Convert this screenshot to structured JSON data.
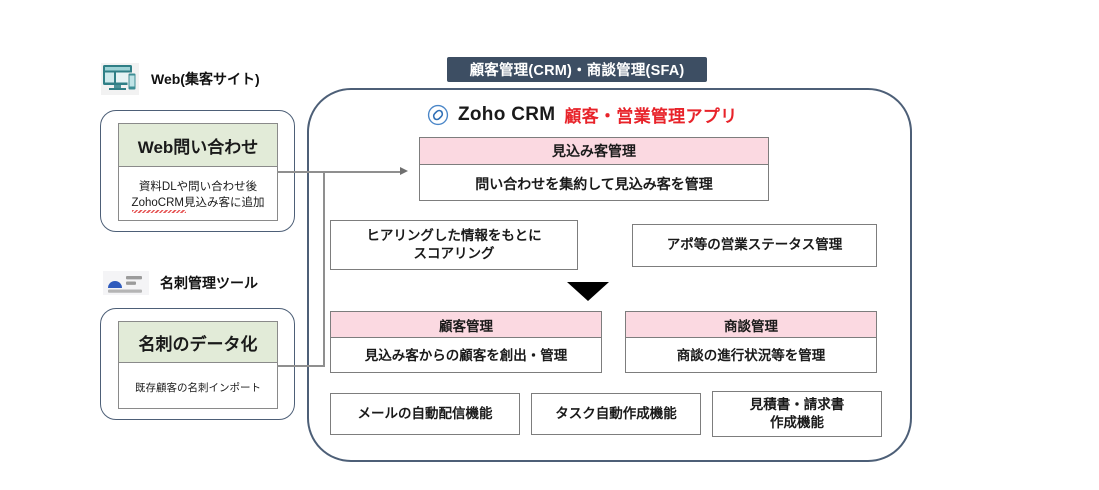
{
  "banner": {
    "label": "顧客管理(CRM)・商談管理(SFA)",
    "color": "#3d4e63"
  },
  "app": {
    "logo_icon": "zoho-loops-icon",
    "name": "Zoho CRM",
    "tagline": "顧客・営業管理アプリ",
    "tagline_color": "#e8232a",
    "container_border_color": "#4d5f77"
  },
  "sources": [
    {
      "icon": "desktop-monitor-icon",
      "label": "Web(集客サイト)",
      "card_title": "Web問い合わせ",
      "card_body_line1": "資料DLや問い合わせ後",
      "card_body_line2": "ZohoCRM見込み客に追加",
      "header_color": "#e2ebd8"
    },
    {
      "icon": "contact-card-icon",
      "label": "名刺管理ツール",
      "card_title": "名刺のデータ化",
      "card_body_line1": "既存顧客の名刺インポート",
      "card_body_line2": "",
      "header_color": "#e2ebd8"
    }
  ],
  "features": {
    "lead": {
      "title": "見込み客管理",
      "body": "問い合わせを集約して見込み客を管理",
      "header_color": "#fbd9e1"
    },
    "scoring": {
      "line1": "ヒアリングした情報をもとに",
      "line2": "スコアリング"
    },
    "status": {
      "line1": "アポ等の営業ステータス管理",
      "line2": ""
    },
    "customer": {
      "title": "顧客管理",
      "body": "見込み客からの顧客を創出・管理",
      "header_color": "#fbd9e1"
    },
    "deal": {
      "title": "商談管理",
      "body": "商談の進行状況等を管理",
      "header_color": "#fbd9e1"
    },
    "bottom": [
      {
        "line1": "メールの自動配信機能",
        "line2": ""
      },
      {
        "line1": "タスク自動作成機能",
        "line2": ""
      },
      {
        "line1": "見積書・請求書",
        "line2": "作成機能"
      }
    ]
  },
  "connectors": {
    "flow_arrow_icon": "arrow-right-icon",
    "down_arrow_icon": "triangle-down-icon"
  }
}
